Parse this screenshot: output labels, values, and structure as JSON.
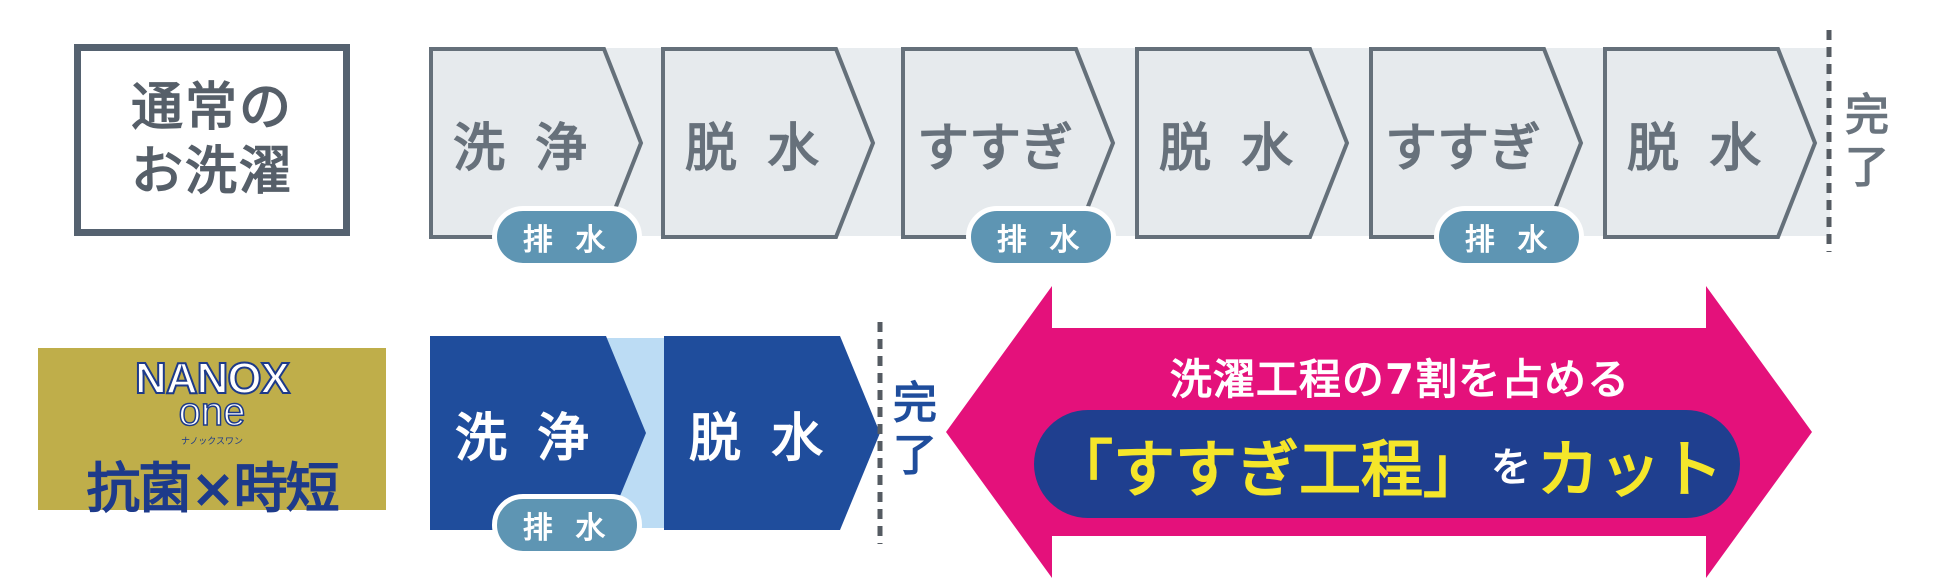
{
  "normal_wash": {
    "label_line1": "通常の",
    "label_line2": "お洗濯",
    "steps": [
      "洗 浄",
      "脱 水",
      "すすぎ",
      "脱 水",
      "すすぎ",
      "脱 水"
    ],
    "drain_label": "排 水",
    "done_line1": "完",
    "done_line2": "了"
  },
  "nanox": {
    "brand_line1": "NANOX",
    "brand_line2": "one",
    "brand_kana": "ナノックスワン",
    "brand_main": "抗菌×時短",
    "steps": [
      "洗 浄",
      "脱 水"
    ],
    "drain_label": "排 水",
    "done_line1": "完",
    "done_line2": "了"
  },
  "cut_arrow": {
    "title": "洗濯工程の7割を占める",
    "highlight": "「すすぎ工程」",
    "connector": "を",
    "action": "カット"
  },
  "colors": {
    "gray_fill": "#e6eaed",
    "gray_stroke": "#65707a",
    "blue_dark": "#1f4d9c",
    "blue_light": "#bcdcf4",
    "drain_blue": "#5e95b3",
    "magenta": "#e4117b",
    "pill_navy": "#1f3f8f",
    "yellow": "#f5e62a",
    "brand_gold": "#bfae4a"
  }
}
